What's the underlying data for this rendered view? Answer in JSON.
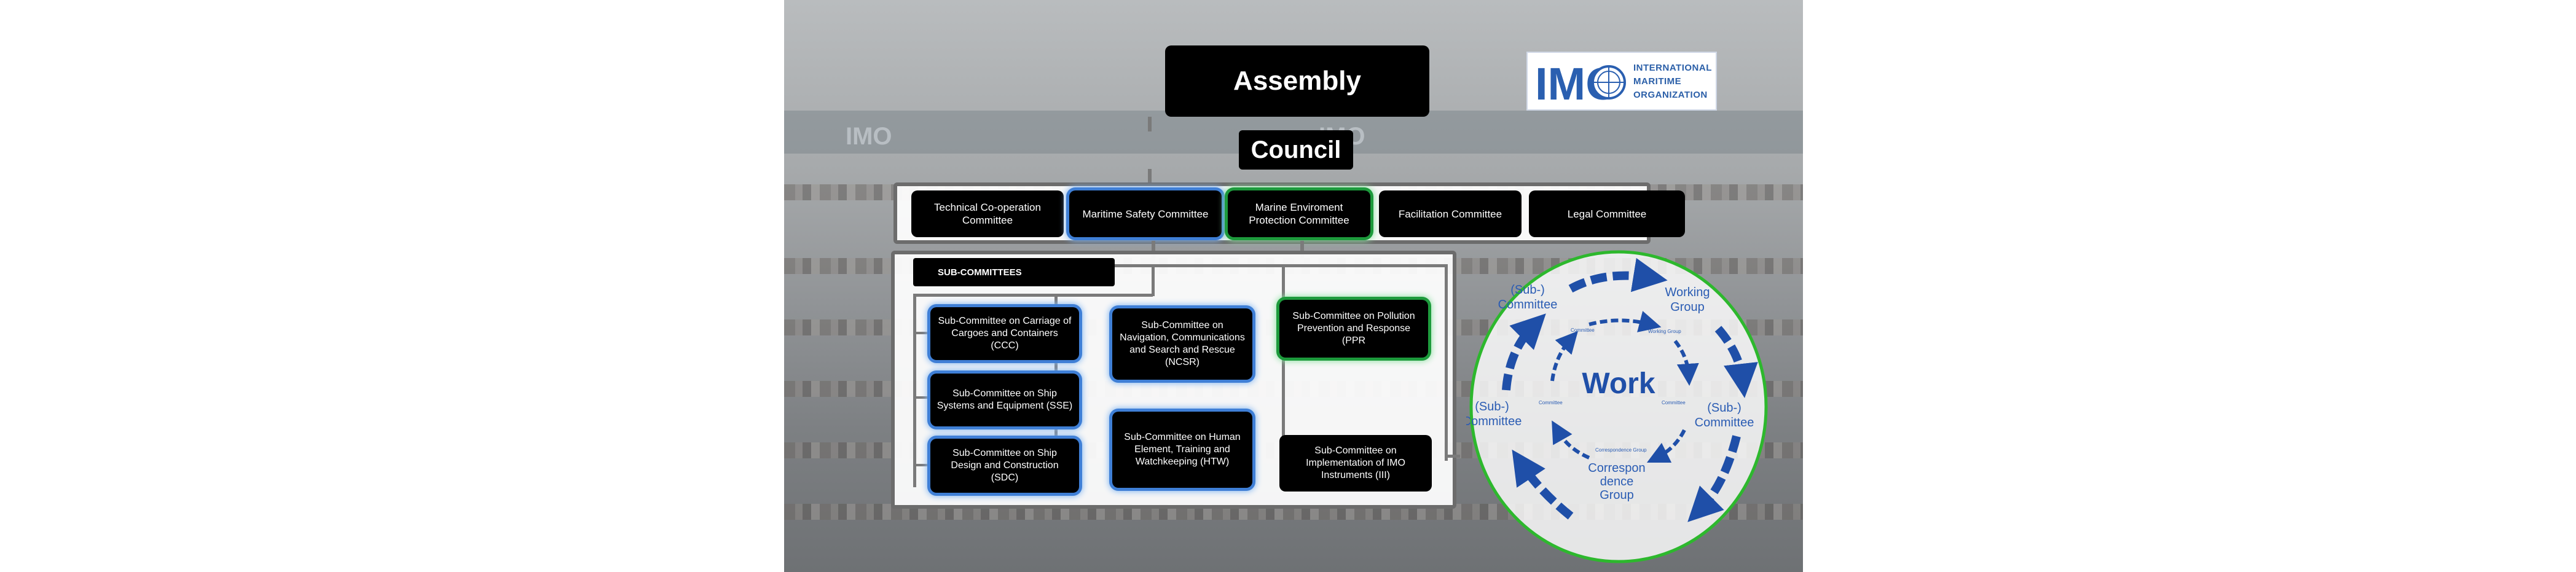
{
  "diagram": {
    "assembly": "Assembly",
    "council": "Council",
    "committees": [
      {
        "label": "Technical Co-operation Committee",
        "style": "plain"
      },
      {
        "label": "Maritime Safety Committee",
        "style": "blue"
      },
      {
        "label": "Marine Enviroment Protection Committee",
        "style": "green"
      },
      {
        "label": "Facilitation Committee",
        "style": "plain"
      },
      {
        "label": "Legal Committee",
        "style": "plain"
      }
    ],
    "subcommittees_header": "SUB-COMMITTEES",
    "subcommittees": [
      {
        "id": "ccc",
        "label": "Sub-Committee on Carriage of Cargoes and Containers (CCC)",
        "style": "blue"
      },
      {
        "id": "sse",
        "label": "Sub-Committee on Ship Systems and Equipment (SSE)",
        "style": "blue"
      },
      {
        "id": "sdc",
        "label": "Sub-Committee on Ship Design and Construction (SDC)",
        "style": "blue"
      },
      {
        "id": "ncsr",
        "label": "Sub-Committee on Navigation, Communications and Search and Rescue (NCSR)",
        "style": "blue"
      },
      {
        "id": "htw",
        "label": "Sub-Committee on Human Element, Training and Watchkeeping (HTW)",
        "style": "blue"
      },
      {
        "id": "ppr",
        "label": "Sub-Committee on Pollution Prevention and Response (PPR",
        "style": "green"
      },
      {
        "id": "iii",
        "label": "Sub-Committee on Implementation of IMO Instruments (III)",
        "style": "plain"
      }
    ]
  },
  "logo": {
    "mark": "IMO",
    "line1": "INTERNATIONAL",
    "line2": "MARITIME",
    "line3": "ORGANIZATION"
  },
  "cycle": {
    "center": "Work",
    "nodes": {
      "top_left": "(Sub-) Committee",
      "top_right": "Working Group",
      "right": "(Sub-) Committee",
      "bottom": "Correspon dence Group",
      "left": "(Sub-) Committee"
    },
    "inner_labels": {
      "top_left": "Committee",
      "top_right": "Working Group",
      "right": "Committee",
      "bottom": "Correspondence Group",
      "left": "Committee"
    },
    "colors": {
      "arrow": "#1f4fa8",
      "ring": "#2db82d",
      "text": "#2a5cb3"
    }
  }
}
